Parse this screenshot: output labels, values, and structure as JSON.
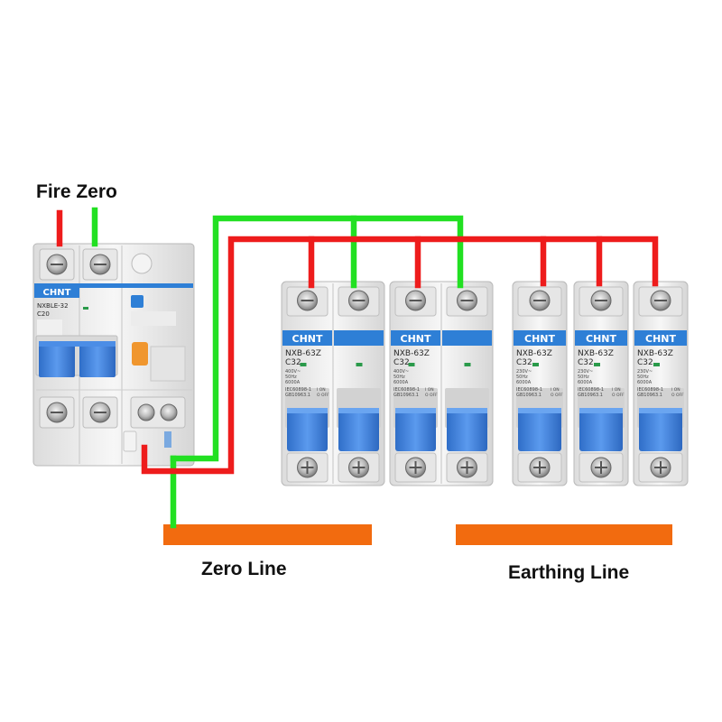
{
  "labels": {
    "fire_zero": "Fire Zero",
    "zero_line": "Zero Line",
    "earthing_line": "Earthing Line"
  },
  "rcbo": {
    "brand": "CHNT",
    "model": "NXBLE-32",
    "rating": "C20"
  },
  "breakers": [
    {
      "brand": "CHNT",
      "model": "NXB-63Z",
      "rating": "C32",
      "spec_voltage": "400V~",
      "spec_freq": "50Hz",
      "spec_cap": "6000A",
      "spec_std": "IEC60898-1",
      "spec_gb": "GB10963.1",
      "on_label": "I ON",
      "off_label": "O OFF"
    },
    {
      "brand": "CHNT",
      "model": "NXB-63Z",
      "rating": "C32",
      "spec_voltage": "400V~",
      "spec_freq": "50Hz",
      "spec_cap": "6000A",
      "spec_std": "IEC60898-1",
      "spec_gb": "GB10963.1",
      "on_label": "I ON",
      "off_label": "O OFF"
    },
    {
      "brand": "CHNT",
      "model": "NXB-63Z",
      "rating": "C32",
      "spec_voltage": "230V~",
      "spec_freq": "50Hz",
      "spec_cap": "6000A",
      "spec_std": "IEC60898-1",
      "spec_gb": "GB10963.1",
      "on_label": "I ON",
      "off_label": "O OFF"
    },
    {
      "brand": "CHNT",
      "model": "NXB-63Z",
      "rating": "C32",
      "spec_voltage": "230V~",
      "spec_freq": "50Hz",
      "spec_cap": "6000A",
      "spec_std": "IEC60898-1",
      "spec_gb": "GB10963.1",
      "on_label": "I ON",
      "off_label": "O OFF"
    },
    {
      "brand": "CHNT",
      "model": "NXB-63Z",
      "rating": "C32",
      "spec_voltage": "230V~",
      "spec_freq": "50Hz",
      "spec_cap": "6000A",
      "spec_std": "IEC60898-1",
      "spec_gb": "GB10963.1",
      "on_label": "I ON",
      "off_label": "O OFF"
    }
  ],
  "colors": {
    "live_wire": "#ee1c1c",
    "neutral_wire": "#22e022",
    "bus_bar": "#f26b0f",
    "brand_blue": "#2e7fd6",
    "handle_blue": "#3b7fd9",
    "test_button": "#f0962e"
  }
}
